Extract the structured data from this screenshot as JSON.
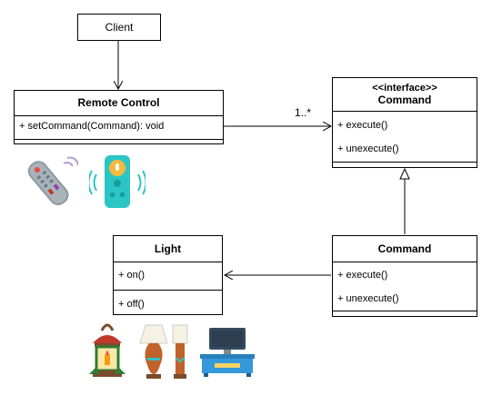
{
  "client": {
    "label": "Client"
  },
  "remote_control": {
    "title": "Remote Control",
    "operations": [
      "+ setCommand(Command): void"
    ]
  },
  "command_interface": {
    "stereotype": "<<interface>>",
    "title": "Command",
    "operations": [
      "+ execute()",
      "+ unexecute()"
    ]
  },
  "light": {
    "title": "Light",
    "operations": [
      "+ on()",
      "+ off()"
    ]
  },
  "command": {
    "title": "Command",
    "operations": [
      "+ execute()",
      "+ unexecute()"
    ]
  },
  "association": {
    "multiplicity": "1..*"
  },
  "icons": {
    "remote_grey": "tv-remote-icon",
    "remote_voice": "voice-remote-icon",
    "lantern": "lantern-icon",
    "lamps": "table-lamp-icon",
    "tv": "television-icon"
  },
  "colors": {
    "line": "#000000",
    "remote_teal": "#2cc5c5",
    "voice_yellow": "#f6b93b"
  }
}
